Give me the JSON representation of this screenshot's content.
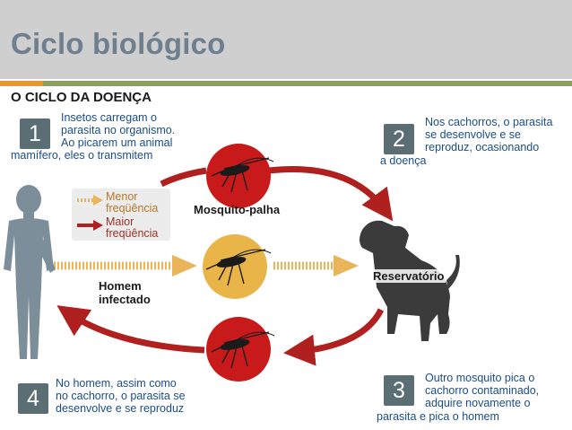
{
  "slide": {
    "title": "Ciclo biológico"
  },
  "diagram": {
    "heading": "O CICLO DA DOENÇA",
    "steps": [
      {
        "number": "1",
        "lines": [
          "Insetos carregam o",
          "parasita no organismo.",
          "Ao picarem um animal",
          "mamífero, eles o transmitem"
        ]
      },
      {
        "number": "2",
        "lines": [
          "Nos cachorros, o parasita",
          "se desenvolve e se",
          "reproduz, ocasionando",
          "a doença"
        ]
      },
      {
        "number": "3",
        "lines": [
          "Outro mosquito pica o",
          "cachorro contaminado,",
          "adquire novamente o",
          "parasita e pica o homem"
        ]
      },
      {
        "number": "4",
        "lines": [
          "No homem, assim como",
          "no cachorro, o parasita se",
          "desenvolve e se reproduz"
        ]
      }
    ],
    "legend": {
      "minor": [
        "Menor",
        "freqüência"
      ],
      "major": [
        "Maior",
        "freqüência"
      ]
    },
    "labels": {
      "mosquito": "Mosquito-palha",
      "infected_man": [
        "Homem",
        "infectado"
      ],
      "reservoir": "Reservatório"
    },
    "colors": {
      "major_arrow": "#b0201f",
      "minor_arrow": "#e9b45a",
      "red_circle": "#c8191b",
      "yellow_circle": "#e9b548",
      "silhouette": "#7c8e99",
      "dog": "#3b3b3b"
    }
  }
}
